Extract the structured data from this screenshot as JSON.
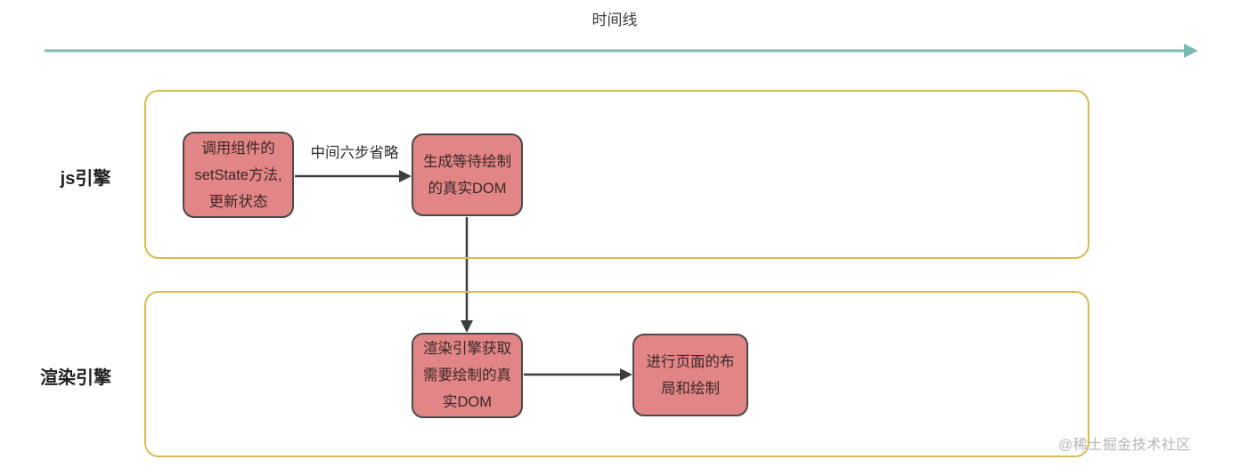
{
  "diagram": {
    "timeline": {
      "label": "时间线"
    },
    "lanes": [
      {
        "id": "js-engine",
        "label": "js引擎"
      },
      {
        "id": "render-engine",
        "label": "渲染引擎"
      }
    ],
    "boxes": {
      "set_state": {
        "lines": [
          "调用组件的",
          "setState方法,",
          "更新状态"
        ]
      },
      "generate_dom": {
        "lines": [
          "生成等待绘制",
          "的真实DOM"
        ]
      },
      "engine_get_dom": {
        "lines": [
          "渲染引擎获取",
          "需要绘制的真",
          "实DOM"
        ]
      },
      "layout_paint": {
        "lines": [
          "进行页面的布",
          "局和绘制"
        ]
      }
    },
    "edges": {
      "omitted_steps_label": "中间六步省略"
    },
    "watermark": "@稀土掘金技术社区",
    "colors": {
      "timeline_arrow": "#7cb9b4",
      "lane_border": "#d8bb55",
      "box_fill": "#e28586",
      "box_border": "#4a4a4a",
      "flow_arrow": "#3d3d3d",
      "watermark_text": "#b5b5b5"
    }
  }
}
